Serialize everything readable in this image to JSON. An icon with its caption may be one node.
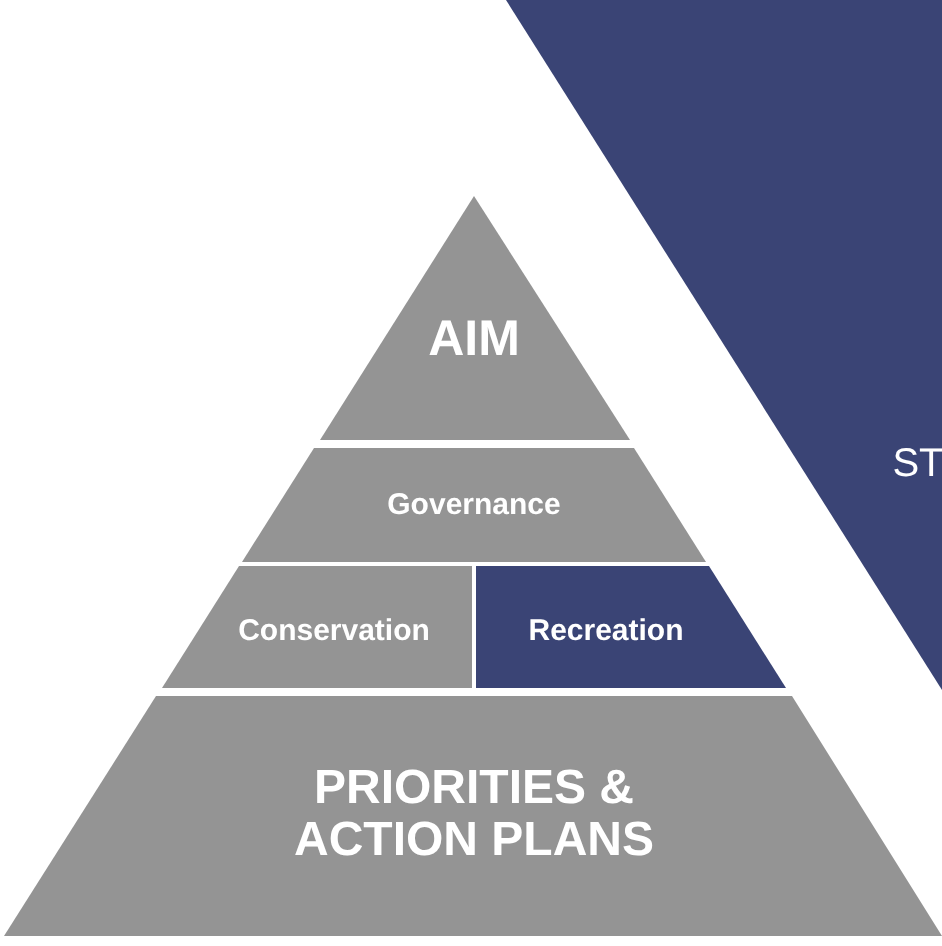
{
  "diagram": {
    "nodes": [
      {
        "text": [
          "AIM"
        ]
      },
      {
        "text": [
          "Governance"
        ]
      },
      {
        "text": [
          "Conservation"
        ]
      },
      {
        "text": [
          "Recreation"
        ]
      },
      {
        "text": [
          "PRIORITIES & ACTION PLANS"
        ]
      },
      {
        "text": [
          "ST"
        ]
      }
    ]
  }
}
